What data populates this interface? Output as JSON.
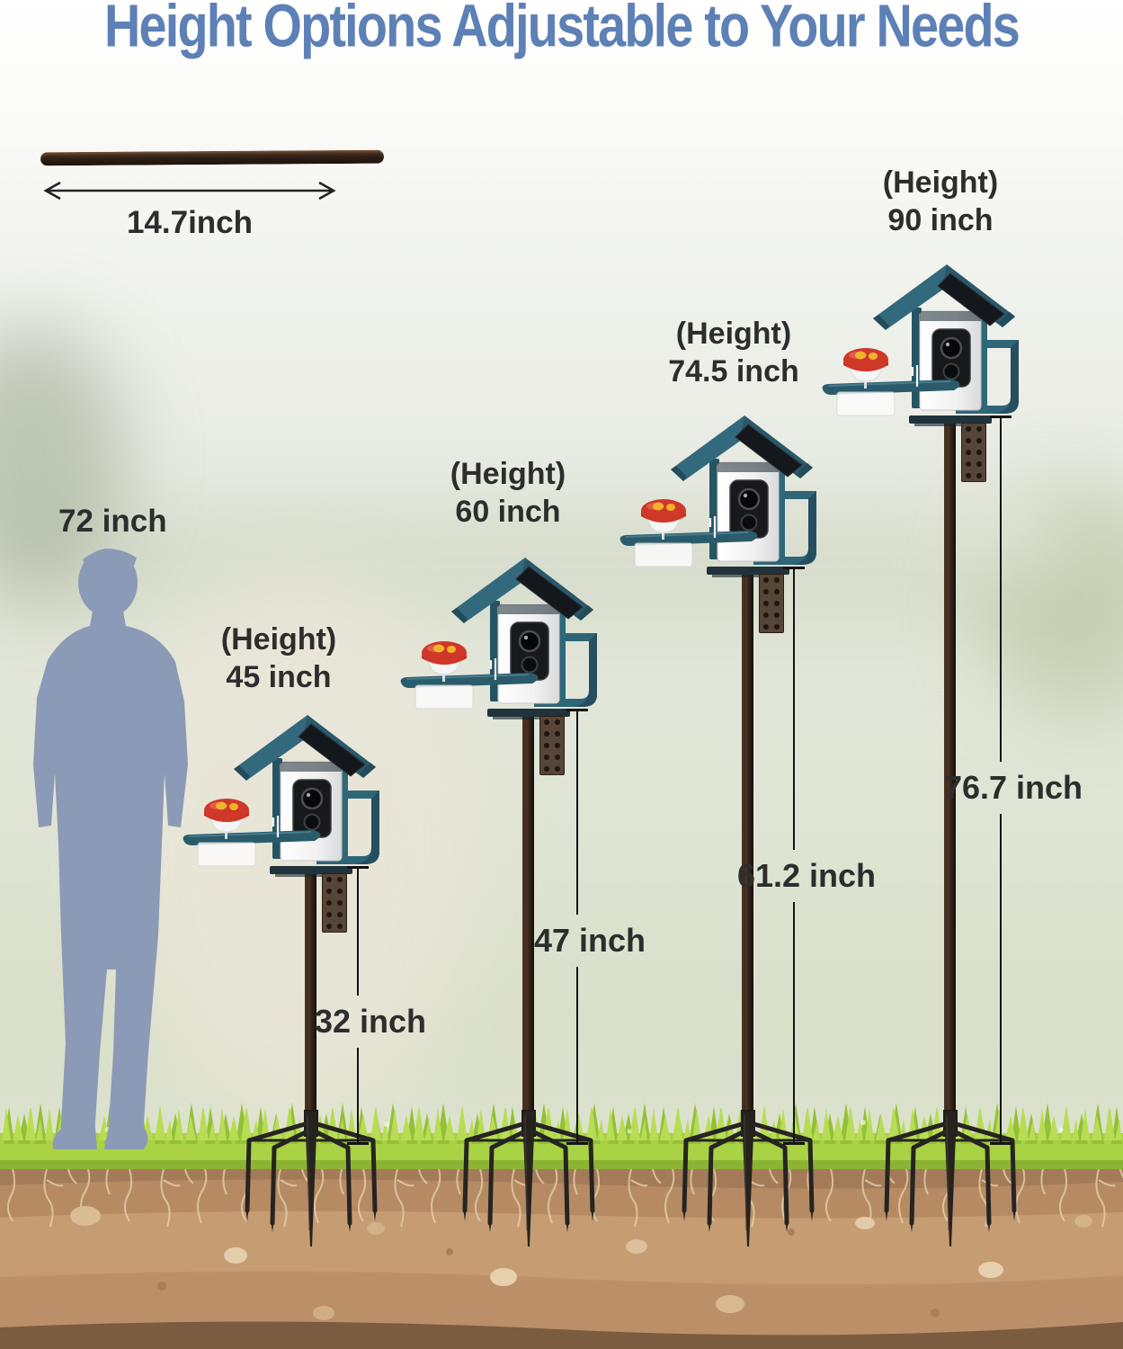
{
  "title": "Height Options Adjustable to Your Needs",
  "sample_pole": {
    "length_label": "14.7inch"
  },
  "person": {
    "height_label": "72 inch"
  },
  "feeders": [
    {
      "height_prefix": "(Height)",
      "height_value": "45 inch",
      "pole_length": "32 inch"
    },
    {
      "height_prefix": "(Height)",
      "height_value": "60 inch",
      "pole_length": "47 inch"
    },
    {
      "height_prefix": "(Height)",
      "height_value": "74.5 inch",
      "pole_length": "61.2 inch"
    },
    {
      "height_prefix": "(Height)",
      "height_value": "90 inch",
      "pole_length": "76.7 inch"
    }
  ],
  "colors": {
    "title_blue": "#5d80b6",
    "feeder_teal": "#2e6577",
    "solar_black": "#14181c",
    "cup_red": "#cf3728",
    "cup_dot_yellow": "#f2b32b",
    "grass_green": "#a9d244",
    "soil_tan": "#c69c73",
    "label_dark": "#2d2d2d"
  }
}
